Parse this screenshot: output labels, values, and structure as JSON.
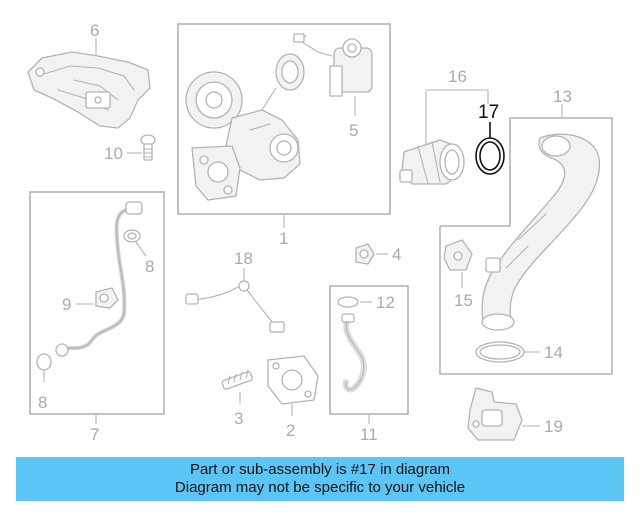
{
  "callouts": {
    "c1": "1",
    "c2": "2",
    "c3": "3",
    "c4": "4",
    "c5": "5",
    "c6": "6",
    "c7": "7",
    "c8a": "8",
    "c8b": "8",
    "c9": "9",
    "c10": "10",
    "c11": "11",
    "c12": "12",
    "c13": "13",
    "c14": "14",
    "c15": "15",
    "c16": "16",
    "c17": "17",
    "c18": "18",
    "c19": "19"
  },
  "highlighted_part": "17",
  "colors": {
    "line_art": "#b3b3b3",
    "highlight": "#111111",
    "banner": "#5bc6f5"
  },
  "banner": {
    "line1": "Part or sub-assembly is #17 in diagram",
    "line2": "Diagram may not be specific to your vehicle"
  }
}
